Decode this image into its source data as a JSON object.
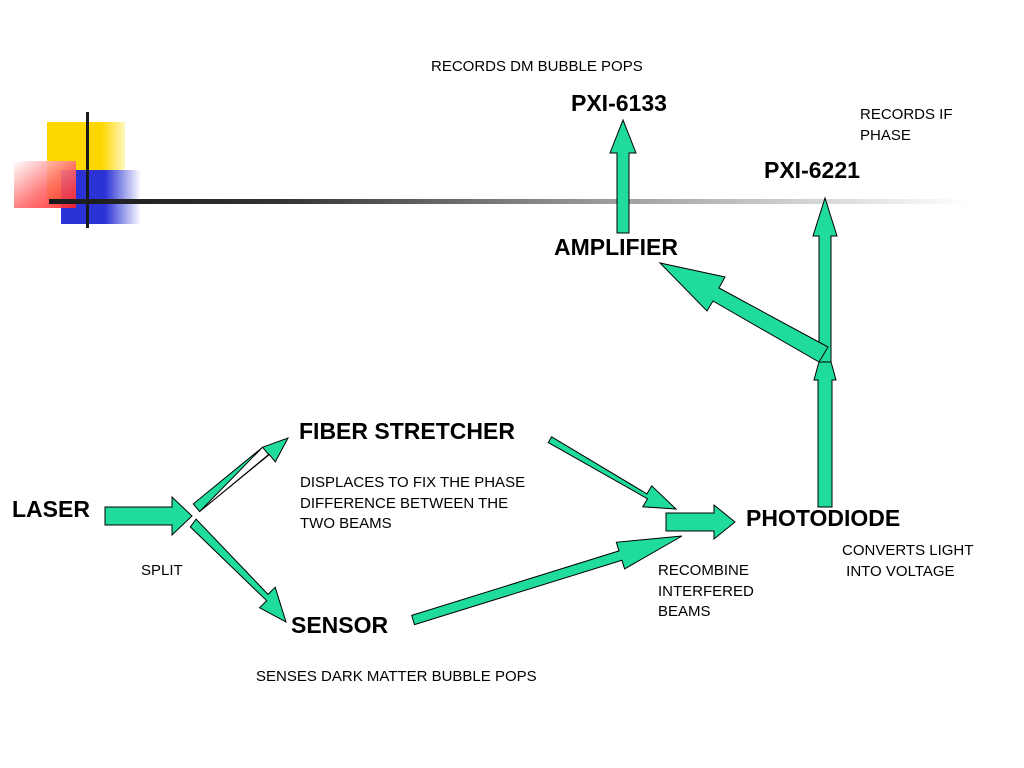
{
  "colors": {
    "arrow_fill": "#1FDC9E",
    "arrow_stroke": "#000000",
    "deco_yellow": "#FFD700",
    "deco_blue": "#2B33D6",
    "deco_red": "#FF2A2A",
    "line_dark": "#1a1a1a"
  },
  "nodes": {
    "laser": "LASER",
    "fiber_stretcher": "FIBER STRETCHER",
    "sensor": "SENSOR",
    "photodiode": "PHOTODIODE",
    "amplifier": "AMPLIFIER",
    "pxi_6133": "PXI-6133",
    "pxi_6221": "PXI-6221"
  },
  "notes": {
    "records_dm": "RECORDS DM BUBBLE POPS",
    "records_if_phase": "RECORDS IF\nPHASE",
    "fiber_desc": "DISPLACES TO FIX THE PHASE\nDIFFERENCE BETWEEN THE\nTWO BEAMS",
    "split": "SPLIT",
    "recombine": "RECOMBINE\nINTERFERED\nBEAMS",
    "converts": "CONVERTS LIGHT\n INTO VOLTAGE",
    "senses": "SENSES DARK MATTER BUBBLE POPS"
  }
}
